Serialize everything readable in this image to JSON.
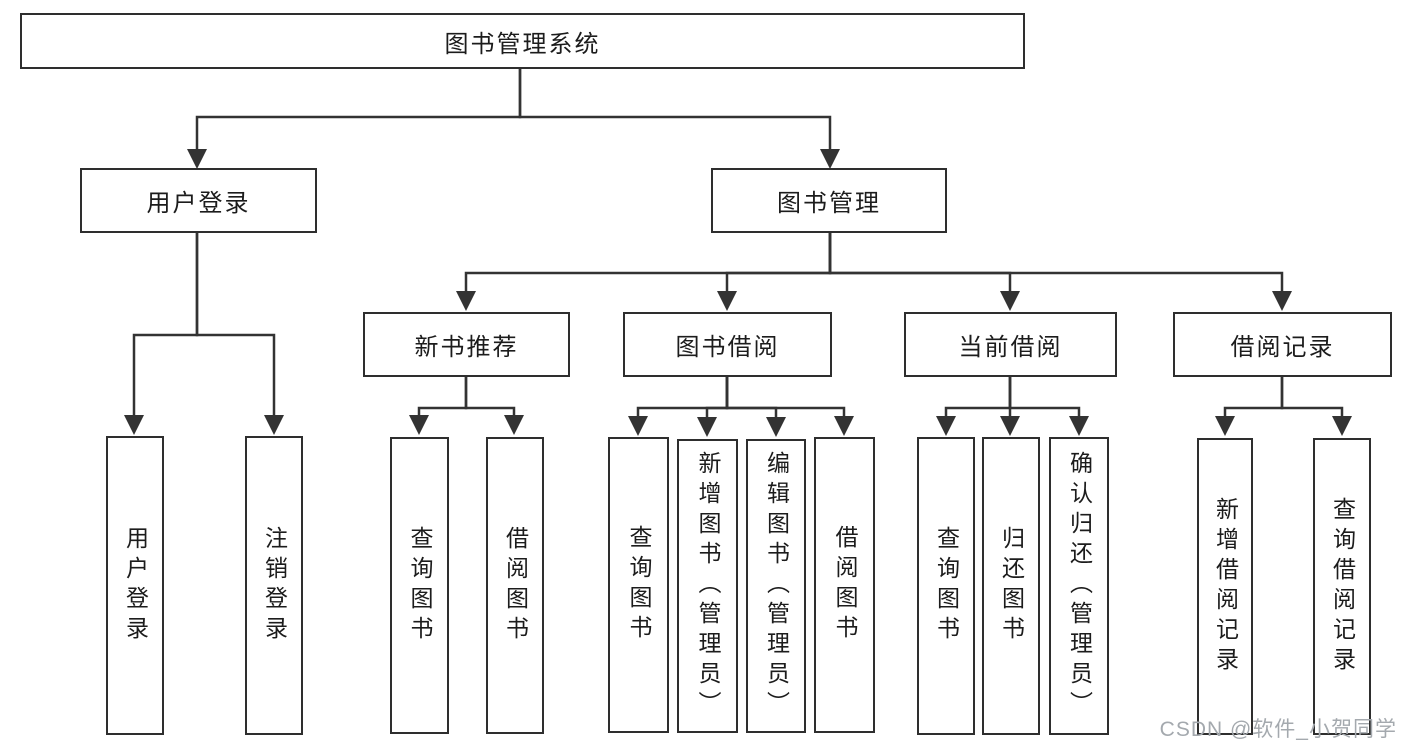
{
  "diagram": {
    "title": "图书管理系统",
    "type": "hierarchy-tree"
  },
  "nodes": {
    "root": {
      "label": "图书管理系统"
    },
    "user_login": {
      "label": "用户登录"
    },
    "book_mgmt": {
      "label": "图书管理"
    },
    "new_book_rec": {
      "label": "新书推荐"
    },
    "book_borrow": {
      "label": "图书借阅"
    },
    "current_borrow": {
      "label": "当前借阅"
    },
    "borrow_records": {
      "label": "借阅记录"
    },
    "leaves": {
      "user_login_leaf": {
        "label": "用户登录"
      },
      "logout_leaf": {
        "label": "注销登录"
      },
      "query_book_1": {
        "label": "查询图书"
      },
      "borrow_book_1": {
        "label": "借阅图书"
      },
      "query_book_2": {
        "label": "查询图书"
      },
      "add_book": {
        "label": "新增图书（管理员）"
      },
      "edit_book": {
        "label": "编辑图书（管理员）"
      },
      "borrow_book_2": {
        "label": "借阅图书"
      },
      "query_book_3": {
        "label": "查询图书"
      },
      "return_book": {
        "label": "归还图书"
      },
      "confirm_return": {
        "label": "确认归还（管理员）"
      },
      "add_record": {
        "label": "新增借阅记录"
      },
      "query_record": {
        "label": "查询借阅记录"
      }
    }
  },
  "watermark": {
    "text": "CSDN @软件_小贺同学",
    "color": "#a4a9ae"
  },
  "colors": {
    "line": "#333333",
    "box_border": "#2e2e2e",
    "text": "#1c1c1c",
    "background": "#ffffff"
  }
}
